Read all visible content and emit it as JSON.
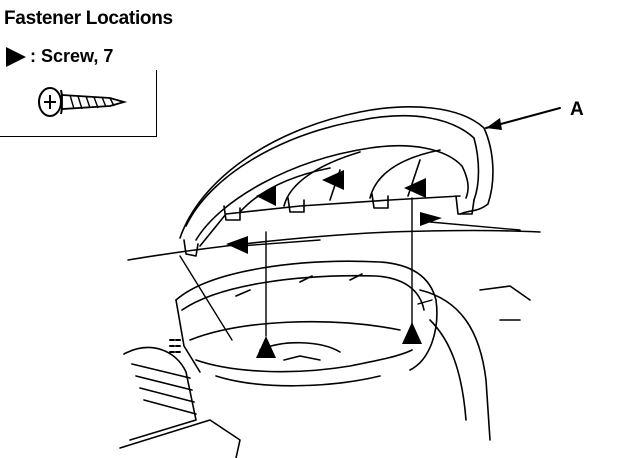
{
  "title": "Fastener Locations",
  "legend": {
    "symbol": "triangle-arrow-icon",
    "text": ": Screw, 7"
  },
  "callout": "A",
  "colors": {
    "ink": "#000000",
    "paper": "#ffffff"
  }
}
